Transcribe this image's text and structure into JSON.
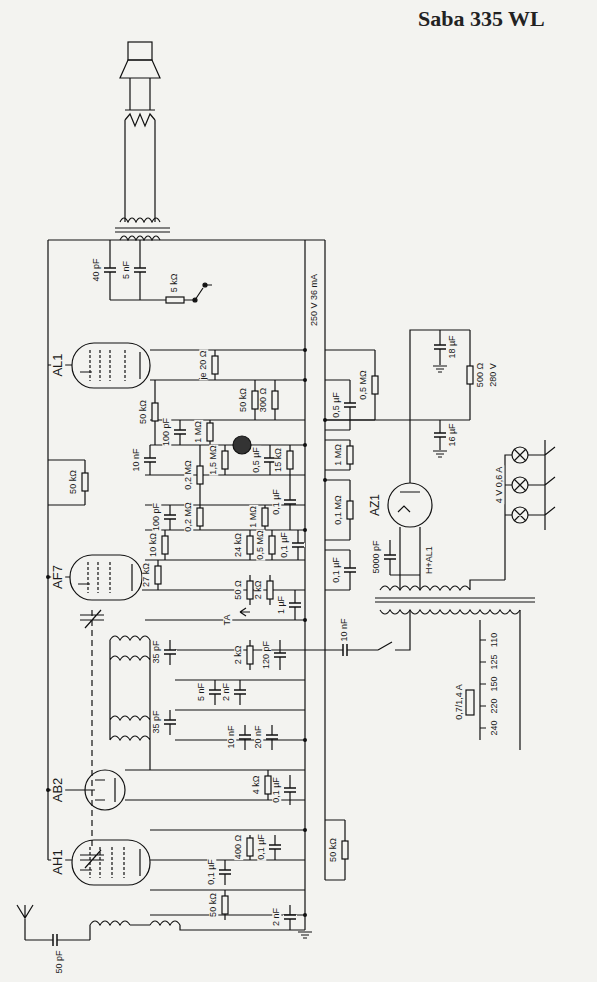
{
  "diagram": {
    "title": "Saba 335 WL",
    "labels": [
      "AL1",
      "AF7",
      "AB2",
      "AH1",
      "AZ1",
      "250 V 36 mA",
      "280 V",
      "500 Ω",
      "18 µF",
      "16 µF",
      "4 V 0,6 A",
      "5000 pF",
      "H+AL1",
      "110",
      "125",
      "150",
      "220",
      "240",
      "0,7/1,4 A",
      "10 nF",
      "40 pF",
      "5 nF",
      "5 kΩ",
      "je 20 Ω",
      "50 kΩ",
      "100 pF",
      "1 MΩ",
      "50 kΩ",
      "300 Ω",
      "0,5 µF",
      "0,5 MΩ",
      "1,5 MΩ",
      "15 kΩ",
      "0,5 µF",
      "1 MΩ",
      "10 nF",
      "0,2 MΩ",
      "0,2 MΩ",
      "50 kΩ",
      "100 pF",
      "0,1 µF",
      "1 MΩ",
      "0,1 MΩ",
      "24 kΩ",
      "0,5 MΩ",
      "0,1 µF",
      "0,1 µF",
      "10 kΩ",
      "27 kΩ",
      "50 Ω",
      "2 kΩ",
      "TA",
      "1 µF",
      "35 pF",
      "120 pF",
      "2 kΩ",
      "5 nF",
      "2 nF",
      "10 nF",
      "20 nF",
      "35 pF",
      "4 kΩ",
      "0,1 µF",
      "0,1 µF",
      "400 Ω",
      "0,1 µF",
      "50 kΩ",
      "50 kΩ",
      "50 pF",
      "2 nF"
    ]
  }
}
